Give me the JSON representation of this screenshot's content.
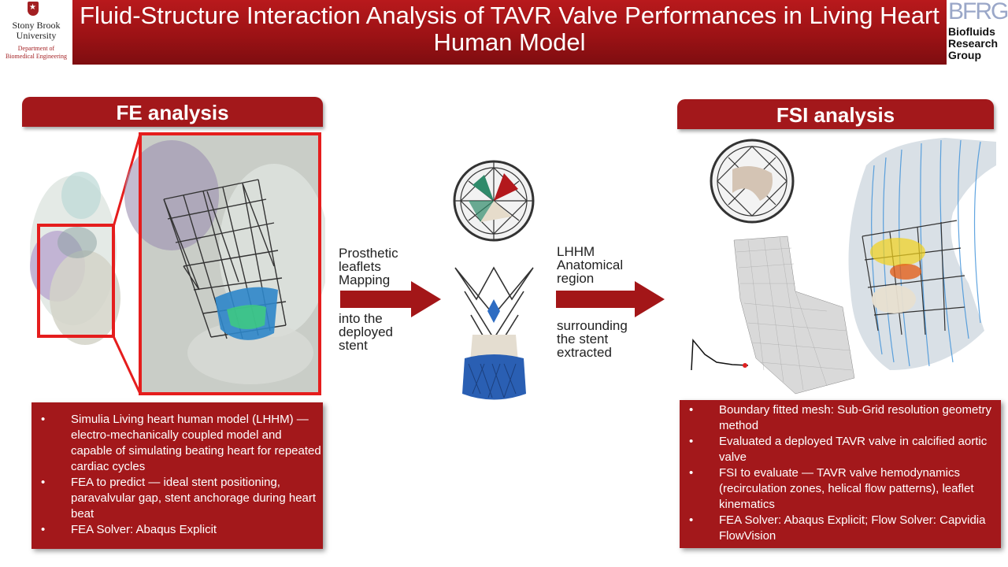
{
  "header": {
    "title": "Fluid-Structure Interaction Analysis of TAVR Valve Performances in Living Heart Human Model",
    "university_line1": "Stony Brook",
    "university_line2": "University",
    "department_line1": "Department of",
    "department_line2": "Biomedical Engineering",
    "group_logo": "BFRG",
    "group_line1": "Biofluids",
    "group_line2": "Research",
    "group_line3": "Group"
  },
  "fe_section": {
    "header": "FE analysis",
    "bullets": [
      "Simulia Living heart human model (LHHM) — electro-mechanically coupled model and capable of simulating beating heart for repeated cardiac cycles",
      "FEA to predict — ideal stent positioning, paravalvular gap, stent anchorage during heart beat",
      "FEA Solver: Abaqus Explicit"
    ]
  },
  "middle": {
    "arrow1_top": [
      "Prosthetic",
      "leaflets",
      "Mapping"
    ],
    "arrow1_bottom": [
      "into the",
      "deployed",
      "stent"
    ],
    "arrow2_top": [
      "LHHM",
      "Anatomical",
      "region"
    ],
    "arrow2_bottom": [
      "surrounding",
      "the stent",
      "extracted"
    ]
  },
  "fsi_section": {
    "header": "FSI analysis",
    "bullets": [
      "Boundary fitted mesh:  Sub-Grid resolution geometry method",
      "Evaluated a deployed TAVR valve in calcified aortic valve",
      "FSI to evaluate — TAVR valve hemodynamics (recirculation zones, helical flow patterns), leaflet kinematics",
      "FEA Solver: Abaqus Explicit; Flow Solver: Capvidia FlowVision"
    ]
  },
  "colors": {
    "brand_red": "#a3181b",
    "arrow_red": "#a31618",
    "zoom_border": "#e51d1d"
  },
  "icons": {
    "logo": "stony-brook-shield-icon",
    "arrow": "right-arrow-icon"
  }
}
